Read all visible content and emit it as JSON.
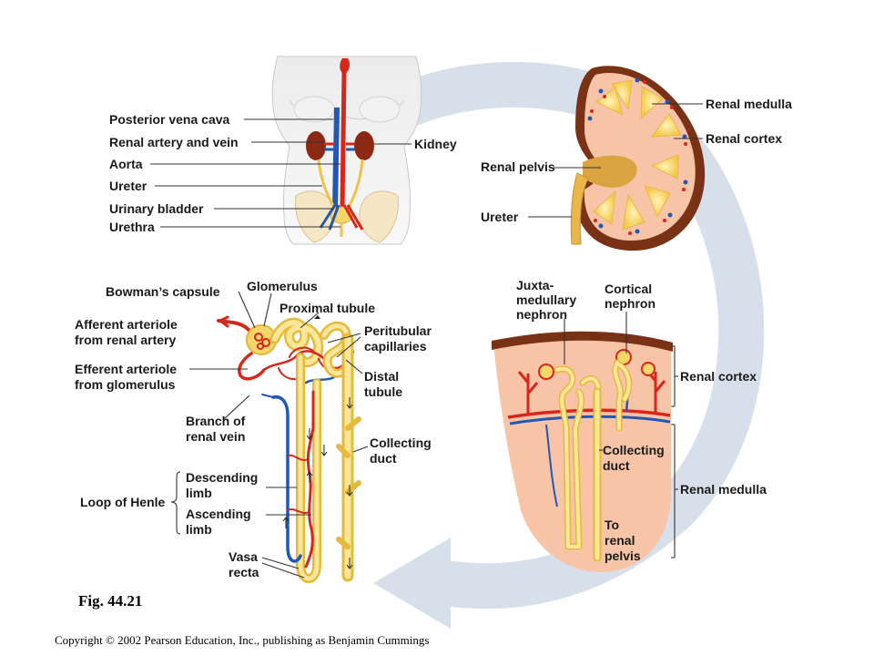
{
  "figure_label": "Fig. 44.21",
  "copyright": "Copyright © 2002 Pearson Education, Inc., publishing as Benjamin Cummings",
  "colors": {
    "arrow": "#d7e0ea",
    "artery": "#d6271b",
    "vein": "#2257b3",
    "tubule": "#f6d56a",
    "cortex": "#f7c4a8",
    "capsule": "#7a3216"
  },
  "body_panel": {
    "labels": {
      "posterior_vena_cava": "Posterior vena cava",
      "renal_artery_vein": "Renal artery and vein",
      "aorta": "Aorta",
      "ureter": "Ureter",
      "urinary_bladder": "Urinary bladder",
      "urethra": "Urethra",
      "kidney": "Kidney"
    }
  },
  "kidney_panel": {
    "labels": {
      "renal_medulla": "Renal medulla",
      "renal_cortex": "Renal cortex",
      "renal_pelvis": "Renal pelvis",
      "ureter": "Ureter"
    }
  },
  "section_panel": {
    "labels": {
      "juxta_1": "Juxta-",
      "juxta_2": "medullary",
      "juxta_3": "nephron",
      "cortical_1": "Cortical",
      "cortical_2": "nephron",
      "renal_cortex": "Renal cortex",
      "collecting_1": "Collecting",
      "collecting_2": "duct",
      "renal_medulla": "Renal medulla",
      "to_pelvis_1": "To",
      "to_pelvis_2": "renal",
      "to_pelvis_3": "pelvis"
    }
  },
  "nephron_panel": {
    "labels": {
      "bowmans_capsule": "Bowman’s capsule",
      "glomerulus": "Glomerulus",
      "proximal_tubule": "Proximal tubule",
      "afferent_1": "Afferent arteriole",
      "afferent_2": "from renal artery",
      "peritubular_1": "Peritubular",
      "peritubular_2": "capillaries",
      "efferent_1": "Efferent arteriole",
      "efferent_2": "from glomerulus",
      "distal_1": "Distal",
      "distal_2": "tubule",
      "branch_vein_1": "Branch of",
      "branch_vein_2": "renal vein",
      "collecting_1": "Collecting",
      "collecting_2": "duct",
      "descending_1": "Descending",
      "descending_2": "limb",
      "loop_of_henle": "Loop of Henle",
      "ascending_1": "Ascending",
      "ascending_2": "limb",
      "vasa_1": "Vasa",
      "vasa_2": "recta"
    }
  }
}
